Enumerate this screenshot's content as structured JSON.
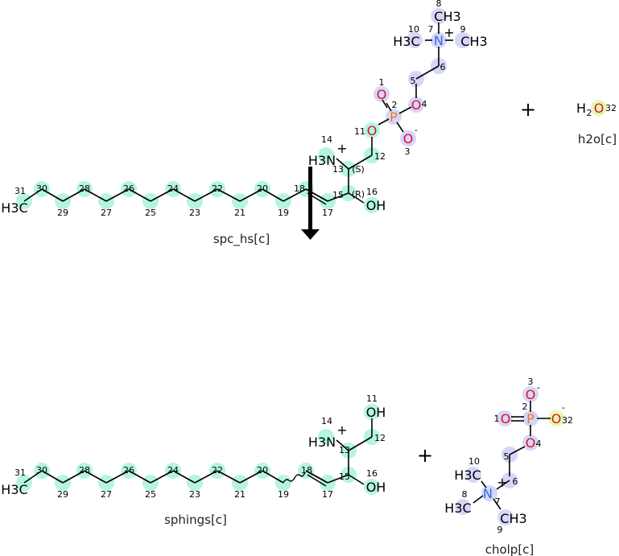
{
  "colors": {
    "substrate_highlight": "#b5f5e0",
    "choline_highlight": "#d6d6fa",
    "water_highlight": "#e6f7b0",
    "oxygen": "#e0102a",
    "nitrogen": "#2a6fe0",
    "phosphorus": "#e87a10",
    "bond": "#000000"
  },
  "reaction": {
    "plus_sign": "+",
    "arrow": "reaction-arrow-down",
    "reactants": [
      {
        "name": "spc_hs[c]"
      },
      {
        "name": "h2o[c]",
        "formula_h": "H",
        "formula_sub": "2",
        "formula_o": "O",
        "atom_number": "32"
      }
    ],
    "products": [
      {
        "name": "sphings[c]"
      },
      {
        "name": "cholp[c]"
      }
    ]
  },
  "atoms": {
    "chain_numbers": [
      "31",
      "30",
      "29",
      "28",
      "27",
      "26",
      "25",
      "24",
      "23",
      "22",
      "21",
      "20",
      "19",
      "18",
      "17"
    ],
    "methyl_label": "H3C",
    "amine_label": "H3N",
    "amine_charge": "+",
    "hydroxyl_label": "OH",
    "oxygen": "O",
    "phosphorus": "P",
    "nitrogen": "N",
    "methyl": "CH3",
    "neg_charge": "-",
    "stereo_S": "(S)",
    "stereo_R": "(R)"
  }
}
